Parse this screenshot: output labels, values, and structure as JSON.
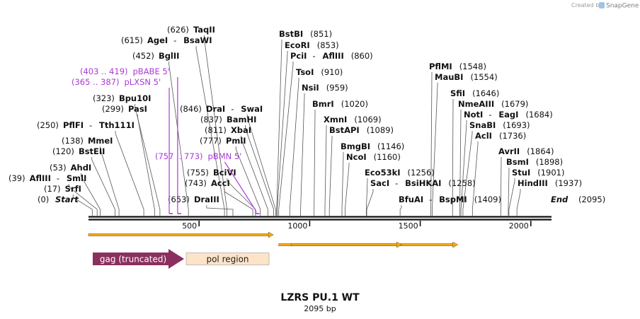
{
  "header": {
    "credit_text": "Created by",
    "credit_brand": "SnapGene"
  },
  "map": {
    "name": "LZRS PU.1 WT",
    "length_label": "2095 bp",
    "total_bp": 2095,
    "start_label": "Start",
    "start_pos": "(0)",
    "end_label": "End",
    "end_pos": "(2095)",
    "ticks": [
      {
        "bp": 500,
        "label": "500"
      },
      {
        "bp": 1000,
        "label": "1000"
      },
      {
        "bp": 1500,
        "label": "1500"
      },
      {
        "bp": 2000,
        "label": "2000"
      }
    ]
  },
  "enzymes": [
    {
      "pos": "(17)",
      "name": "SrfI",
      "bp": 17
    },
    {
      "pos": "(39)",
      "name": "AflIII",
      "sep": "-",
      "name2": "SmlI",
      "bp": 39
    },
    {
      "pos": "(53)",
      "name": "AhdI",
      "bp": 53
    },
    {
      "pos": "(120)",
      "name": "BstEII",
      "bp": 120
    },
    {
      "pos": "(138)",
      "name": "MmeI",
      "bp": 138
    },
    {
      "pos": "(250)",
      "name": "PflFI",
      "sep": "-",
      "name2": "Tth111I",
      "bp": 250
    },
    {
      "pos": "(299)",
      "name": "PasI",
      "bp": 299
    },
    {
      "pos": "(323)",
      "name": "Bpu10I",
      "bp": 323
    },
    {
      "pos": "(452)",
      "name": "BglII",
      "bp": 452
    },
    {
      "pos": "(615)",
      "name": "AgeI",
      "sep": "-",
      "name2": "BsaWI",
      "bp": 615
    },
    {
      "pos": "(626)",
      "name": "TaqII",
      "bp": 626
    },
    {
      "pos": "(653)",
      "name": "DraIII",
      "bp": 653
    },
    {
      "pos": "(743)",
      "name": "AccI",
      "bp": 743
    },
    {
      "pos": "(755)",
      "name": "BciVI",
      "bp": 755
    },
    {
      "pos": "(777)",
      "name": "PmlI",
      "bp": 777
    },
    {
      "pos": "(811)",
      "name": "XbaI",
      "bp": 811
    },
    {
      "pos": "(837)",
      "name": "BamHI",
      "bp": 837
    },
    {
      "pos": "(846)",
      "name": "DraI",
      "sep": "-",
      "name2": "SwaI",
      "bp": 846
    },
    {
      "pos": "(851)",
      "name": "BstBI",
      "bp": 851
    },
    {
      "pos": "(853)",
      "name": "EcoRI",
      "bp": 853
    },
    {
      "pos": "(860)",
      "name": "PciI",
      "sep": "-",
      "name2": "AflIII",
      "bp": 860
    },
    {
      "pos": "(910)",
      "name": "TsoI",
      "bp": 910
    },
    {
      "pos": "(959)",
      "name": "NsiI",
      "bp": 959
    },
    {
      "pos": "(1020)",
      "name": "BmrI",
      "bp": 1020
    },
    {
      "pos": "(1069)",
      "name": "XmnI",
      "bp": 1069
    },
    {
      "pos": "(1089)",
      "name": "BstAPI",
      "bp": 1089
    },
    {
      "pos": "(1146)",
      "name": "BmgBI",
      "bp": 1146
    },
    {
      "pos": "(1160)",
      "name": "NcoI",
      "bp": 1160
    },
    {
      "pos": "(1256)",
      "name": "Eco53kI",
      "bp": 1256
    },
    {
      "pos": "(1258)",
      "name": "SacI",
      "sep": "-",
      "name2": "BsiHKAI",
      "bp": 1258
    },
    {
      "pos": "(1409)",
      "name": "BfuAI",
      "sep": "-",
      "name2": "BspMI",
      "bp": 1409
    },
    {
      "pos": "(1548)",
      "name": "PflMI",
      "bp": 1548
    },
    {
      "pos": "(1554)",
      "name": "MauBI",
      "bp": 1554
    },
    {
      "pos": "(1646)",
      "name": "SfiI",
      "bp": 1646
    },
    {
      "pos": "(1679)",
      "name": "NmeAIII",
      "bp": 1679
    },
    {
      "pos": "(1684)",
      "name": "NotI",
      "sep": "-",
      "name2": "EagI",
      "bp": 1684
    },
    {
      "pos": "(1693)",
      "name": "SnaBI",
      "bp": 1693
    },
    {
      "pos": "(1736)",
      "name": "AclI",
      "bp": 1736
    },
    {
      "pos": "(1864)",
      "name": "AvrII",
      "bp": 1864
    },
    {
      "pos": "(1898)",
      "name": "BsmI",
      "bp": 1898
    },
    {
      "pos": "(1901)",
      "name": "StuI",
      "bp": 1901
    },
    {
      "pos": "(1937)",
      "name": "HindIII",
      "bp": 1937
    }
  ],
  "primers": [
    {
      "range": "(403 .. 419)",
      "name": "pBABE 5'",
      "bp": 403
    },
    {
      "range": "(365 .. 387)",
      "name": "pLXSN 5'",
      "bp": 365
    },
    {
      "range": "(757 .. 773)",
      "name": "pBMN 5'",
      "bp": 757
    }
  ],
  "orfs": [
    {
      "start": 0,
      "end": 836
    },
    {
      "start": 860,
      "end": 1670
    },
    {
      "start": 916,
      "end": 1416
    }
  ],
  "features": [
    {
      "label": "gag (truncated)",
      "color": "#8b2f5e",
      "text_color": "#ffffff"
    },
    {
      "label": "pol region",
      "color": "#fde4c8",
      "text_color": "#222222"
    }
  ],
  "colors": {
    "backbone": "#111111",
    "orf_fill": "#f4ab1a",
    "orf_edge": "#7a5200",
    "primer": "#a93ad6",
    "leader": "#555555"
  }
}
